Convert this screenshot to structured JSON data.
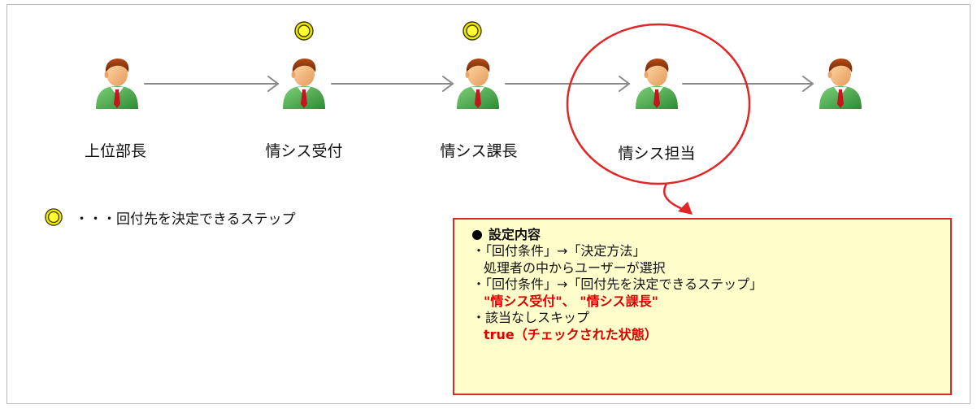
{
  "steps": [
    {
      "name": "上位部長",
      "decidable": false
    },
    {
      "name": "情シス受付",
      "decidable": true
    },
    {
      "name": "情シス課長",
      "decidable": true
    },
    {
      "name": "情シス担当",
      "decidable": false,
      "highlighted": true
    },
    {
      "name": "",
      "decidable": false
    }
  ],
  "legend": {
    "text": "・・・回付先を決定できるステップ"
  },
  "settings": {
    "title": "設定内容",
    "lines": [
      "・「回付条件」→「決定方法」",
      "処理者の中からユーザーが選択",
      "・「回付条件」→「回付先を決定できるステップ」",
      "\"情シス受付\"、 \"情シス課長\"",
      "・該当なしスキップ",
      "true（チェックされた状態）"
    ]
  },
  "colors": {
    "highlight": "#e02626",
    "box_fill": "#ffffcc",
    "marker": "#f2e600",
    "arrow": "#8a8a8a"
  }
}
